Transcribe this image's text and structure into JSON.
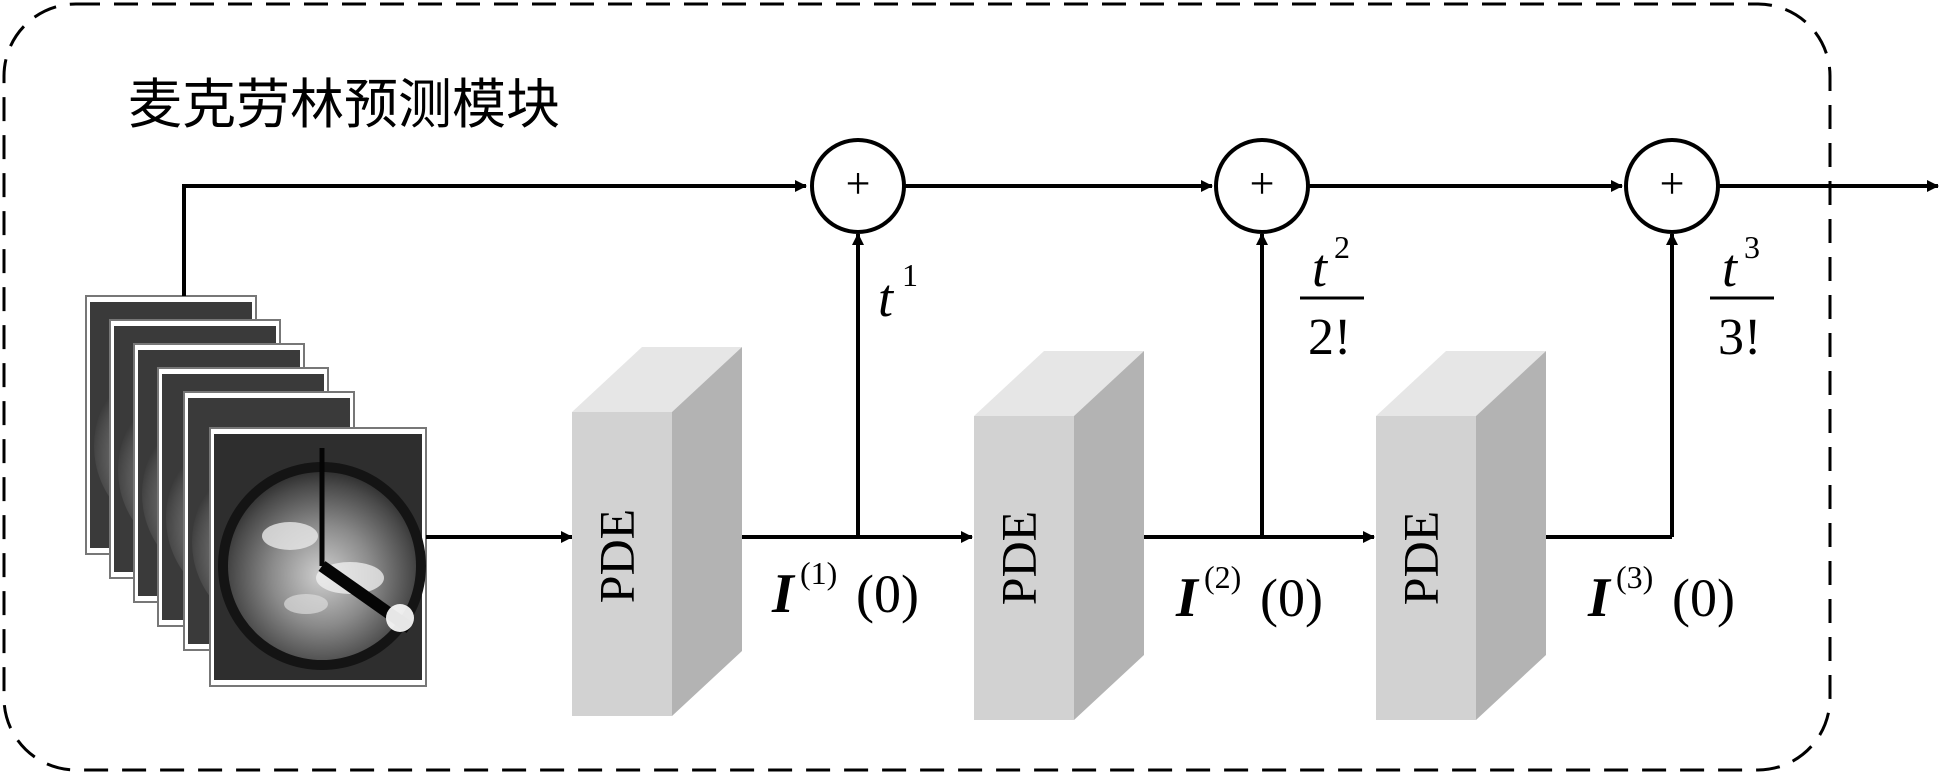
{
  "module": {
    "title": "麦克劳林预测模块"
  },
  "pde_blocks": [
    {
      "label": "PDE"
    },
    {
      "label": "PDE"
    },
    {
      "label": "PDE"
    }
  ],
  "sum_nodes": [
    {
      "symbol": "+"
    },
    {
      "symbol": "+"
    },
    {
      "symbol": "+"
    }
  ],
  "coefficients": [
    {
      "base": "t",
      "power": "1"
    },
    {
      "base": "t",
      "power": "2",
      "denominator": "2!"
    },
    {
      "base": "t",
      "power": "3",
      "denominator": "3!"
    }
  ],
  "derivatives": [
    {
      "symbol": "I",
      "order": "(1)",
      "arg": "(0)"
    },
    {
      "symbol": "I",
      "order": "(2)",
      "arg": "(0)"
    },
    {
      "symbol": "I",
      "order": "(3)",
      "arg": "(0)"
    }
  ],
  "input_frames": {
    "count": 6,
    "icon": "sky-image-stack-icon"
  },
  "colors": {
    "line": "#000000",
    "pde_front": "#d2d2d2",
    "pde_top": "#e6e6e6",
    "pde_side": "#b3b3b3"
  }
}
